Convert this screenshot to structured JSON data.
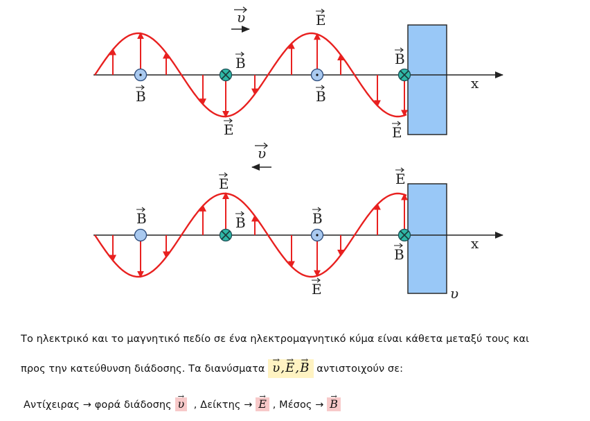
{
  "diagram_top": {
    "velocity_label": "υ",
    "axis_label": "x",
    "E_labels": [
      "E",
      "E",
      "E"
    ],
    "B_labels": [
      "B",
      "B",
      "B",
      "B"
    ]
  },
  "diagram_bottom": {
    "velocity_label": "υ",
    "axis_label": "x",
    "mirror_velocity_label": "υ",
    "E_labels": [
      "E",
      "E",
      "E"
    ],
    "B_labels": [
      "B",
      "B",
      "B",
      "B"
    ]
  },
  "text": {
    "line1": "Το ηλεκτρικό και το μαγνητικό πεδίο σε ένα ηλεκτρομαγνητικό κύμα είναι κάθετα μεταξύ τους και",
    "line2_start": "προς την κατεύθυνση διάδοσης. Τα διανύσματα",
    "line2_vectors": [
      "υ",
      "E",
      "B"
    ],
    "line2_end": "αντιστοιχούν σε:",
    "line3": {
      "thumb": "Αντίχειρας → φορά διάδοσης",
      "thumb_vec": "υ",
      "index": ", Δείκτης →",
      "index_vec": "E",
      "middle": ",  Μέσος →",
      "middle_vec": "B"
    }
  },
  "colors": {
    "wave": "#e8201f",
    "mirror": "#99c8f7",
    "marker_dot": "#a9c9ef",
    "marker_cross": "#2fb8a6"
  }
}
